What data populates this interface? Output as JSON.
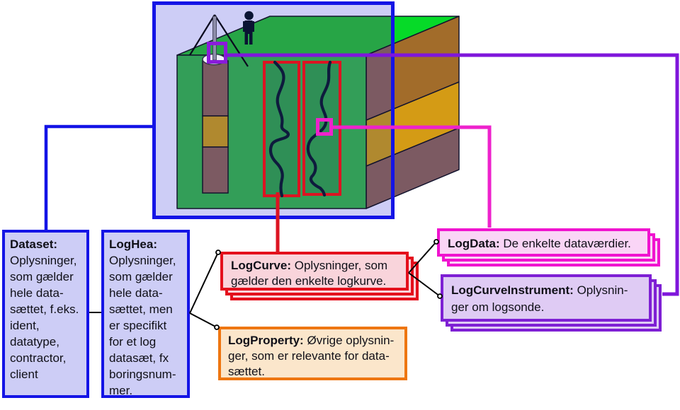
{
  "figure": {
    "description": "Borehole logging data-model diagram",
    "scene_icons": [
      "drill-rig-icon",
      "person-icon",
      "borehole-column",
      "wellhead-marker",
      "log-panel",
      "log-curve",
      "sensor-marker",
      "earth-block"
    ]
  },
  "colors": {
    "frame_blue": "#1414E6",
    "frame_fill": "#CDCDF6",
    "red": "#DC1422",
    "red_fill": "#F9D4DB",
    "orange": "#EE7611",
    "orange_fill": "#FBE6CB",
    "magenta": "#EE22CC",
    "magenta_fill": "#FAD5F6",
    "purple": "#7F16DB",
    "purple_fill": "#DFCBF4",
    "grass_green": "#06DA28",
    "front_green": "#339E58",
    "soil_brown": "#A26C2A",
    "soil_gold": "#D49B15",
    "curve_navy": "#0E1B3D"
  },
  "boxes": {
    "dataset": {
      "title": "Dataset:",
      "lines": [
        "Oplysninger,",
        "som gælder",
        "hele data-",
        "sættet, f.eks.",
        "ident,",
        "datatype,",
        "contractor,",
        "client"
      ]
    },
    "loghea": {
      "title": "LogHea:",
      "lines": [
        "Oplysninger,",
        "som gælder",
        "hele data-",
        "sættet, men",
        "er specifikt",
        "for et log",
        "datasæt, fx",
        "boringsnum-",
        "mer."
      ]
    },
    "logcurve": {
      "title": "LogCurve:",
      "line1": "Oplysninger, som",
      "lines": [
        "gælder den enkelte logkurve."
      ]
    },
    "logproperty": {
      "title": "LogProperty:",
      "line1": "Øvrige oplysnin-",
      "lines": [
        "ger, som er relevante for data-",
        "sættet."
      ]
    },
    "logdata": {
      "title": "LogData:",
      "line1": "De enkelte dataværdier.",
      "lines": []
    },
    "logcurveinstrument": {
      "title": "LogCurveInstrument:",
      "line1": "Oplysnin-",
      "lines": [
        "ger om logsonde."
      ]
    }
  }
}
